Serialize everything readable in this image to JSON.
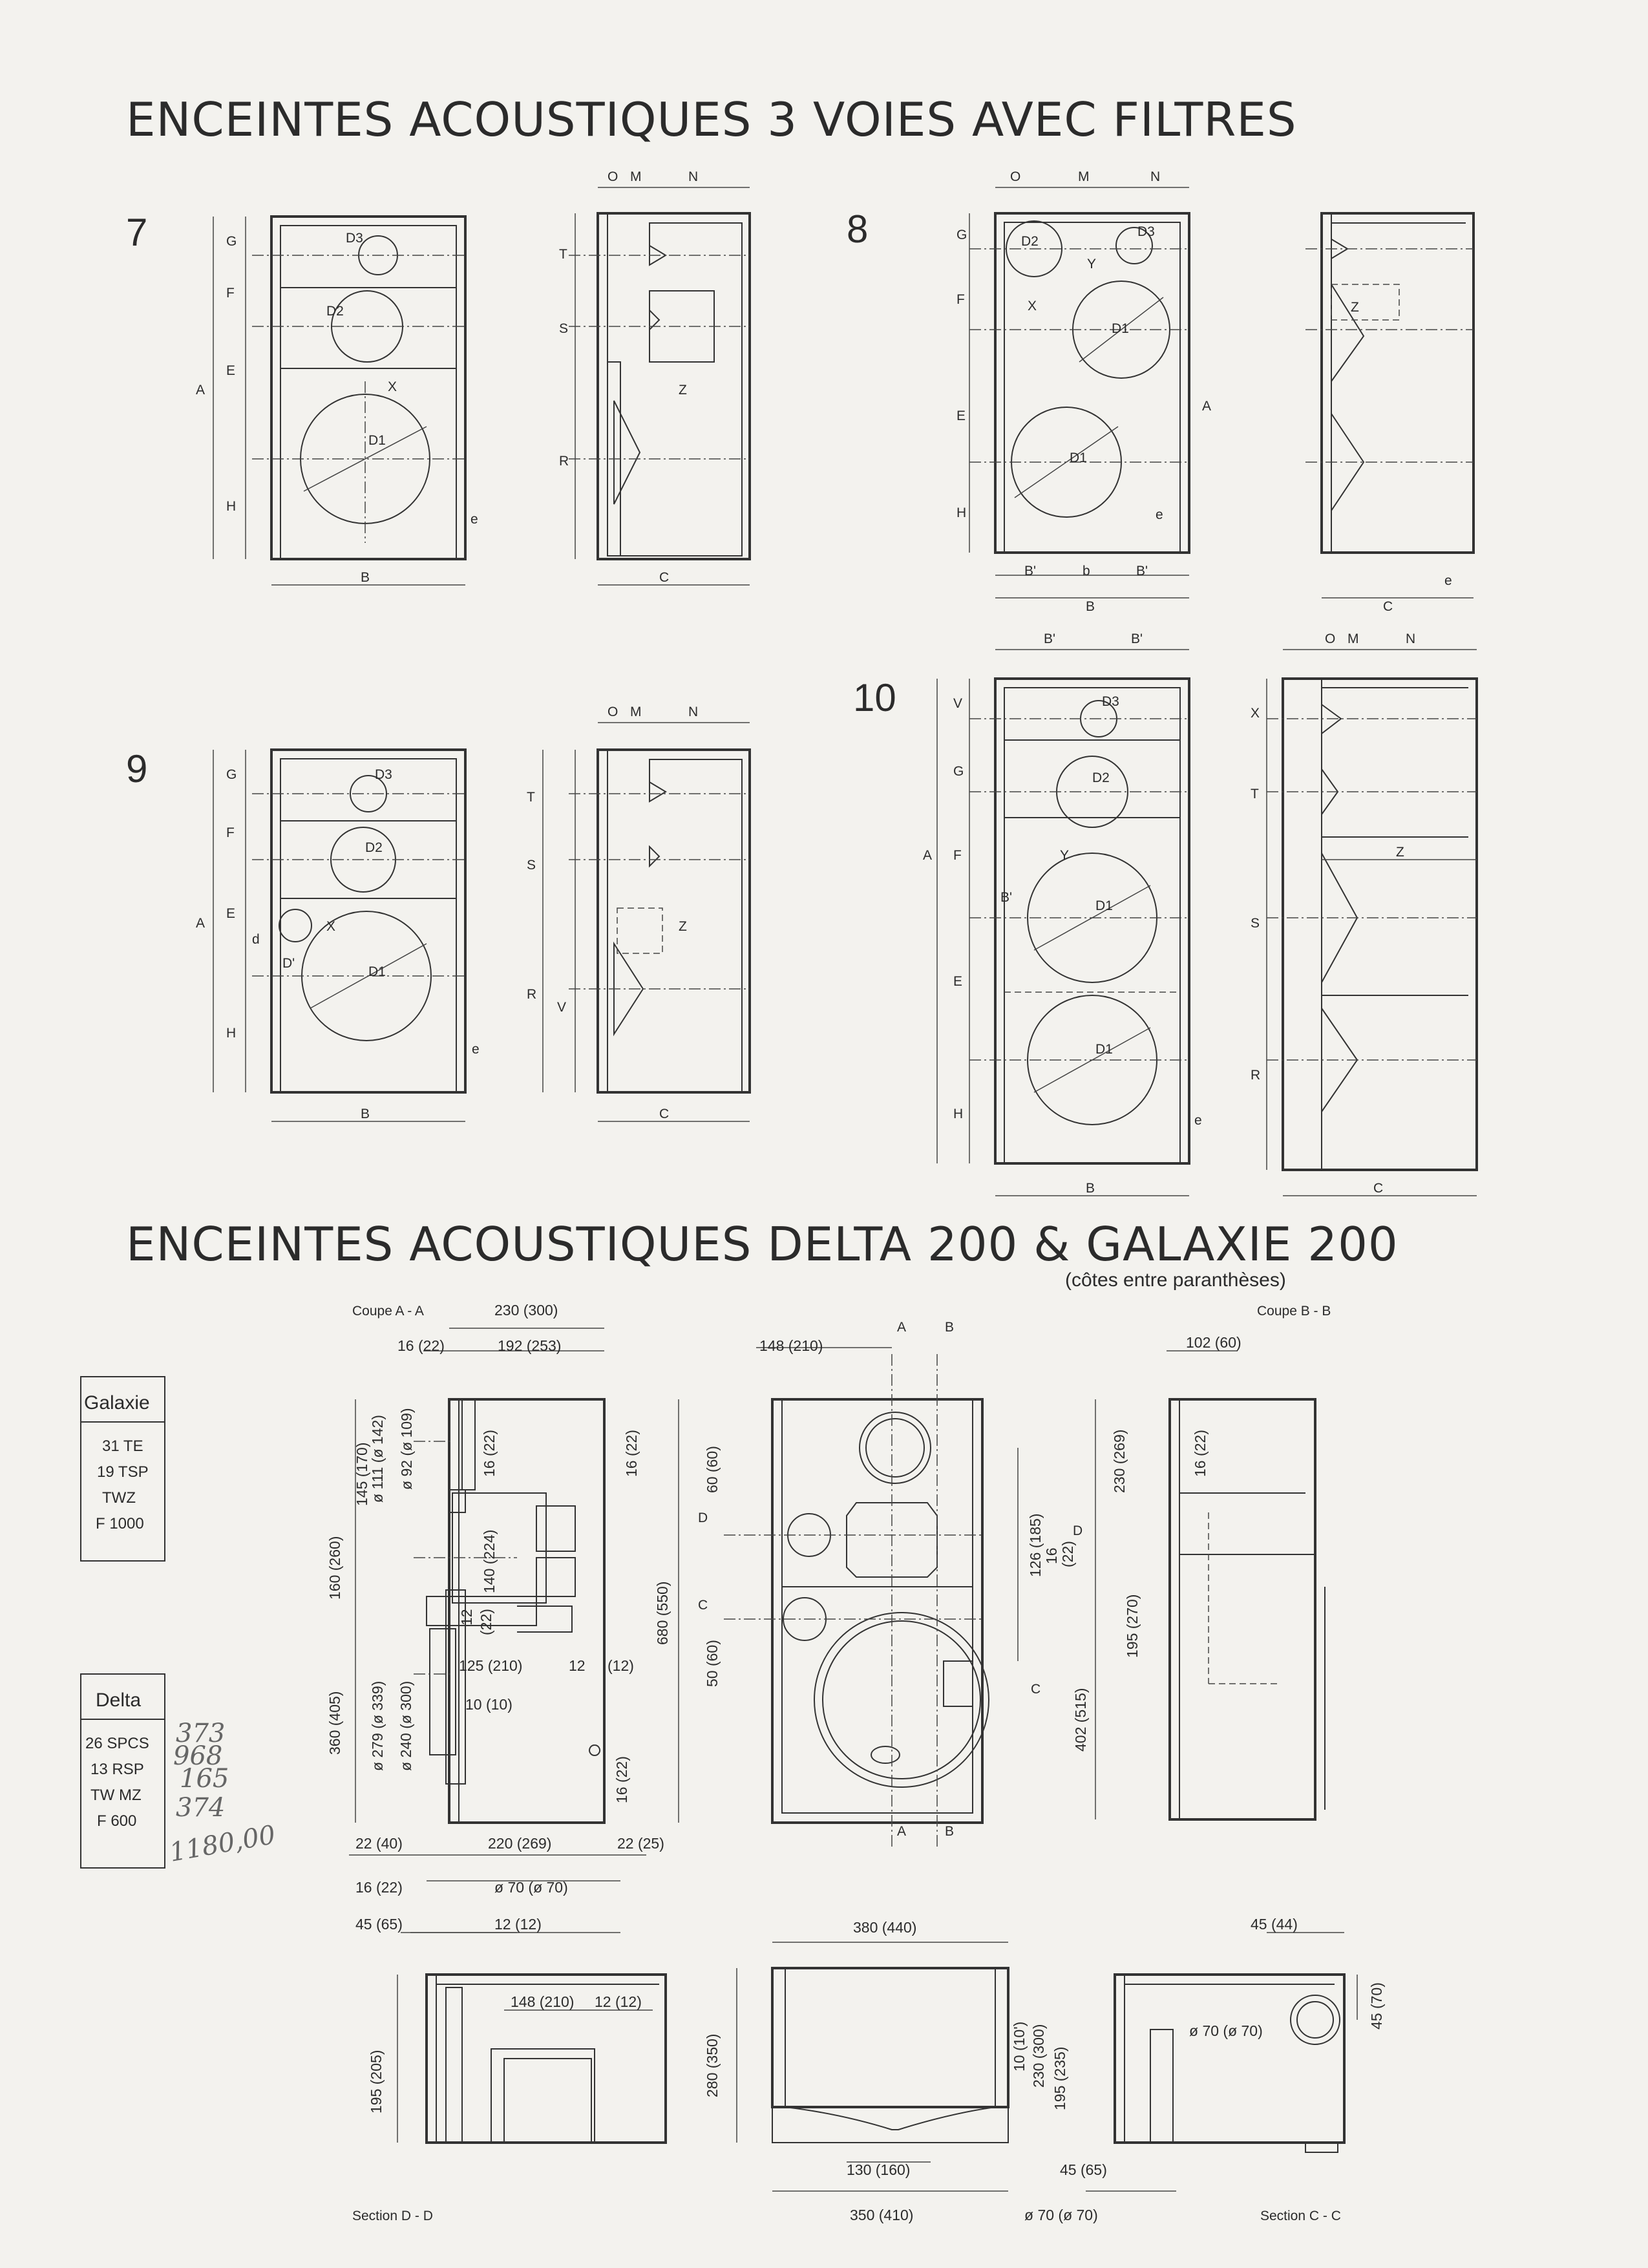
{
  "headings": {
    "section1": "ENCEINTES ACOUSTIQUES 3 VOIES AVEC FILTRES",
    "section2": "ENCEINTES ACOUSTIQUES DELTA 200 & GALAXIE 200",
    "section2_sub": "(côtes entre paranthèses)"
  },
  "figures": {
    "n7": "7",
    "n8": "8",
    "n9": "9",
    "n10": "10"
  },
  "labels": {
    "A": "A",
    "B": "B",
    "Bp": "B'",
    "b": "b",
    "C": "C",
    "E": "E",
    "F": "F",
    "G": "G",
    "H": "H",
    "N": "N",
    "M": "M",
    "O": "O",
    "R": "R",
    "S": "S",
    "T": "T",
    "V": "V",
    "X": "X",
    "Y": "Y",
    "Z": "Z",
    "D1": "D1",
    "D2": "D2",
    "D3": "D3",
    "e": "e",
    "d": "d",
    "Dp": "D'",
    "D": "D",
    "Cc": "C"
  },
  "sections": {
    "coupe_aa": "Coupe A - A",
    "coupe_bb": "Coupe B - B",
    "section_dd": "Section D - D",
    "section_cc": "Section C - C"
  },
  "legend": {
    "galaxie": {
      "title": "Galaxie",
      "items": [
        "31 TE",
        "19 TSP",
        "TWZ",
        "F 1000"
      ]
    },
    "delta": {
      "title": "Delta",
      "items": [
        "26 SPCS",
        "13 RSP",
        "TW MZ",
        "F 600"
      ]
    }
  },
  "handwritten": [
    "373",
    "968",
    "165",
    "374",
    "1180,00"
  ],
  "dims": {
    "d230": "230 (300)",
    "d16a": "16 (22)",
    "d192": "192 (253)",
    "d148": "148 (210)",
    "d102": "102 (60)",
    "d145": "145 (170)",
    "d111": "ø 111 (ø 142)",
    "d92": "ø 92 (ø 109)",
    "d16b": "16 (22)",
    "d16c": "16 (22)",
    "d160": "160 (260)",
    "d140": "140 (224)",
    "d12a": "12",
    "d22a": "(22)",
    "d360": "360 (405)",
    "d279": "ø 279 (ø 339)",
    "d240": "ø 240 (ø 300)",
    "d125": "125 (210)",
    "d12b": "12",
    "d12c": "(12)",
    "d10": "10 (10)",
    "d680": "680 (550)",
    "d16d": "16 (22)",
    "d22b": "22 (40)",
    "d220": "220 (269)",
    "d22c": "22 (25)",
    "d16e": "16 (22)",
    "d70a": "ø 70 (ø 70)",
    "d60": "60 (60)",
    "d50": "50 (60)",
    "d126": "126 (185)",
    "d16f": "16",
    "d22d": "(22)",
    "d230b": "230 (269)",
    "d16g": "16 (22)",
    "d195a": "195 (270)",
    "d402": "402 (515)",
    "d45a": "45 (65)",
    "d12d": "12 (12)",
    "d148b": "148 (210)",
    "d12e": "12 (12)",
    "d195b": "195 (205)",
    "d380": "380 (440)",
    "d280": "280 (350)",
    "d10b": "10 (10')",
    "d230c": "230 (300)",
    "d195c": "195 (235)",
    "d130": "130 (160)",
    "d45b": "45 (65)",
    "d350": "350 (410)",
    "d70b": "ø 70 (ø 70)",
    "d45c": "45 (44)",
    "d45d": "45 (70)",
    "d70c": "ø 70 (ø 70)"
  }
}
